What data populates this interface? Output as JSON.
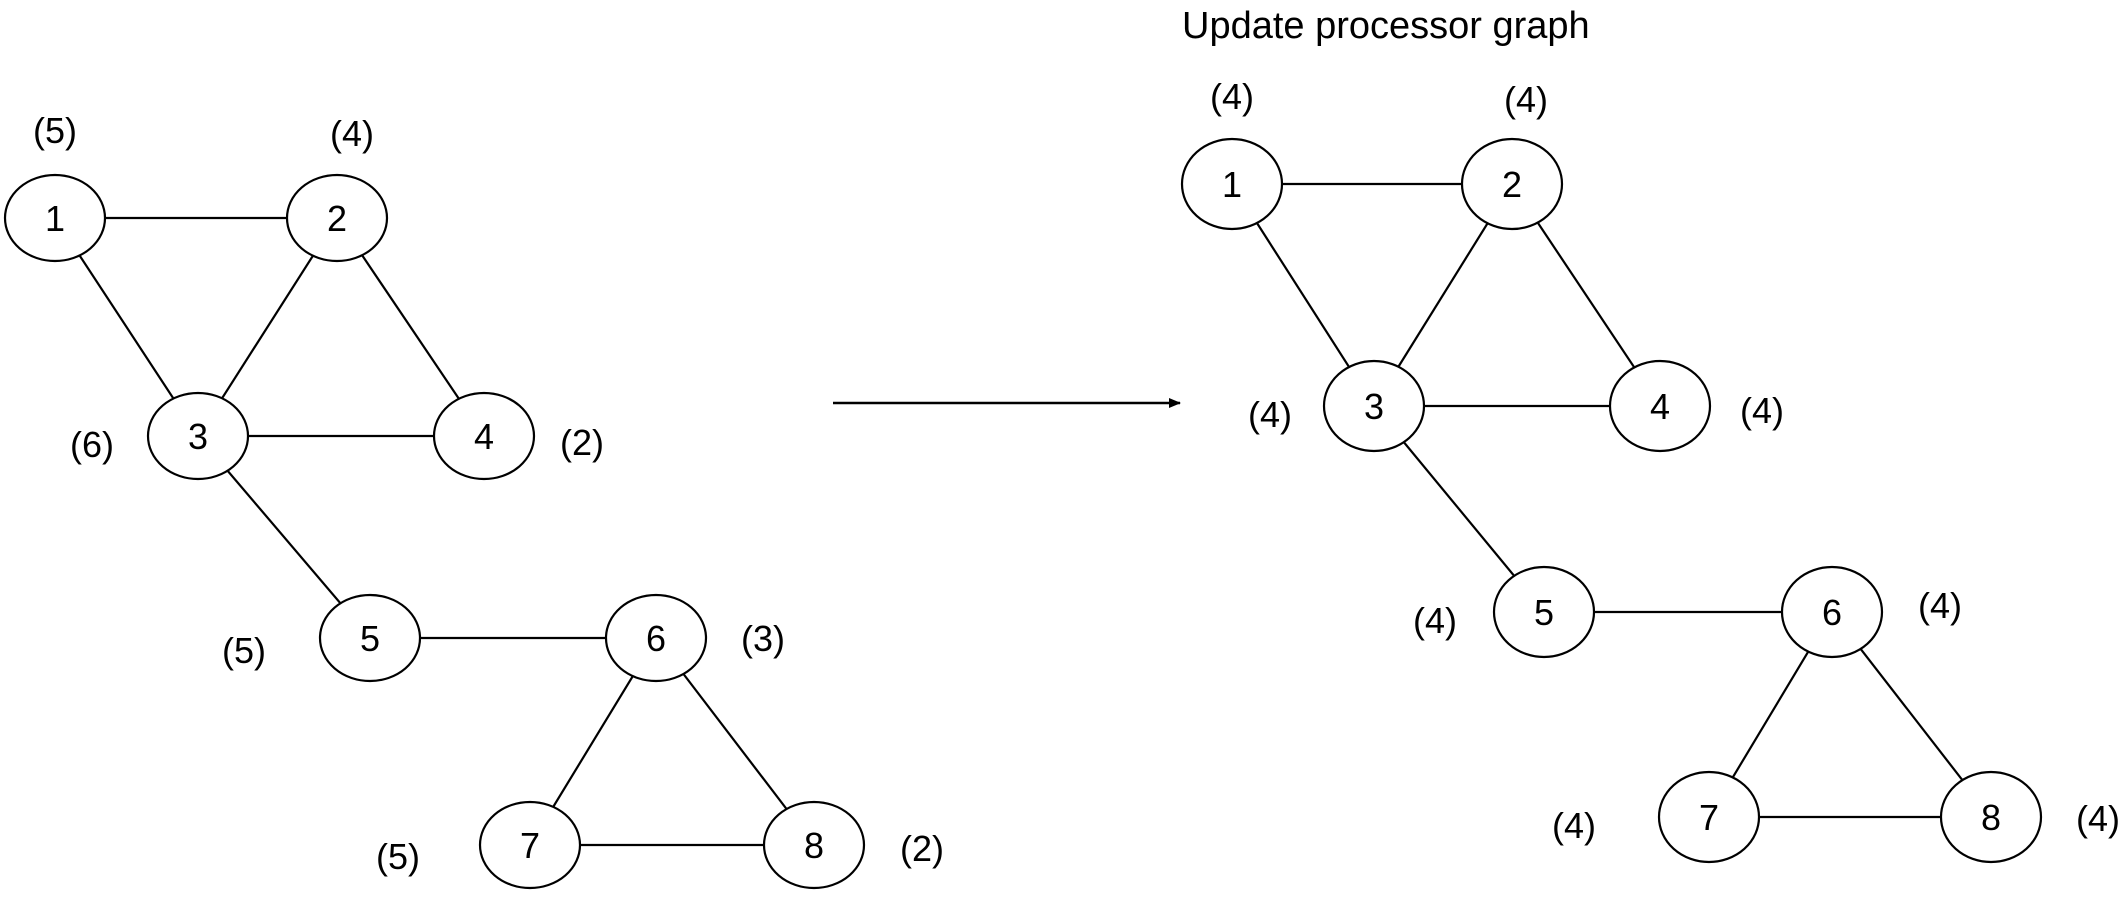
{
  "title": "Update processor graph",
  "colors": {
    "stroke": "#000000",
    "background": "#ffffff"
  },
  "graphs": [
    {
      "id": "before",
      "nodes": [
        {
          "id": 1,
          "label": "1",
          "load": "(5)"
        },
        {
          "id": 2,
          "label": "2",
          "load": "(4)"
        },
        {
          "id": 3,
          "label": "3",
          "load": "(6)"
        },
        {
          "id": 4,
          "label": "4",
          "load": "(2)"
        },
        {
          "id": 5,
          "label": "5",
          "load": "(5)"
        },
        {
          "id": 6,
          "label": "6",
          "load": "(3)"
        },
        {
          "id": 7,
          "label": "7",
          "load": "(5)"
        },
        {
          "id": 8,
          "label": "8",
          "load": "(2)"
        }
      ],
      "edges": [
        [
          1,
          2
        ],
        [
          1,
          3
        ],
        [
          2,
          3
        ],
        [
          2,
          4
        ],
        [
          3,
          4
        ],
        [
          3,
          5
        ],
        [
          5,
          6
        ],
        [
          6,
          7
        ],
        [
          6,
          8
        ],
        [
          7,
          8
        ]
      ]
    },
    {
      "id": "after",
      "nodes": [
        {
          "id": 1,
          "label": "1",
          "load": "(4)"
        },
        {
          "id": 2,
          "label": "2",
          "load": "(4)"
        },
        {
          "id": 3,
          "label": "3",
          "load": "(4)"
        },
        {
          "id": 4,
          "label": "4",
          "load": "(4)"
        },
        {
          "id": 5,
          "label": "5",
          "load": "(4)"
        },
        {
          "id": 6,
          "label": "6",
          "load": "(4)"
        },
        {
          "id": 7,
          "label": "7",
          "load": "(4)"
        },
        {
          "id": 8,
          "label": "8",
          "load": "(4)"
        }
      ],
      "edges": [
        [
          1,
          2
        ],
        [
          1,
          3
        ],
        [
          2,
          3
        ],
        [
          2,
          4
        ],
        [
          3,
          4
        ],
        [
          3,
          5
        ],
        [
          5,
          6
        ],
        [
          6,
          7
        ],
        [
          6,
          8
        ],
        [
          7,
          8
        ]
      ]
    }
  ]
}
